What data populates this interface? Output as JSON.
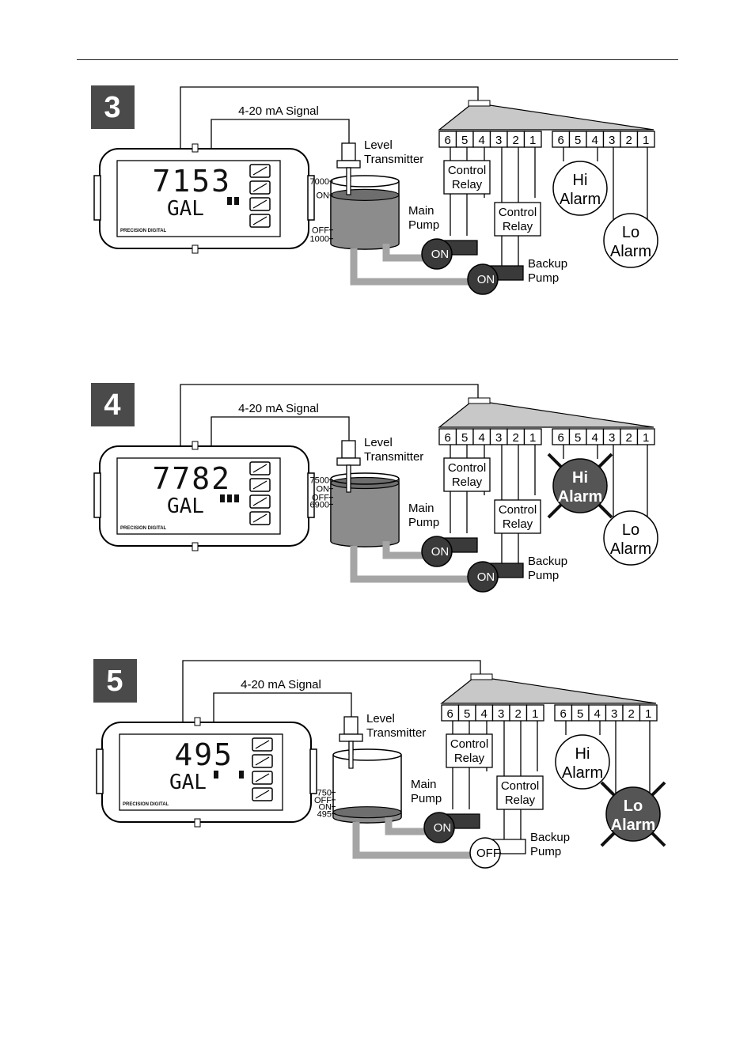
{
  "panels": [
    {
      "step": "3",
      "signal_label": "4-20 mA Signal",
      "display_value": "7153",
      "display_unit": "GAL",
      "indicators": 2,
      "brand": "PRECISION DIGITAL",
      "transmitter_label": [
        "Level",
        "Transmitter"
      ],
      "tank_fill": 0.78,
      "tank_labels": [
        {
          "text": "7000",
          "at": 0.0
        },
        {
          "text": "ON",
          "at": 0.22
        },
        {
          "text": "OFF",
          "at": 0.78
        },
        {
          "text": "1000",
          "at": 0.92
        }
      ],
      "terminals": [
        "6",
        "5",
        "4",
        "3",
        "2",
        "1"
      ],
      "control_relay_label": [
        "Control",
        "Relay"
      ],
      "hi_alarm": {
        "label": [
          "Hi",
          "Alarm"
        ],
        "active": false
      },
      "lo_alarm": {
        "label": [
          "Lo",
          "Alarm"
        ],
        "active": false
      },
      "main_pump": {
        "label": [
          "Main",
          "Pump"
        ],
        "state": "ON"
      },
      "backup_pump": {
        "label": [
          "Backup",
          "Pump"
        ],
        "state": "ON"
      }
    },
    {
      "step": "4",
      "signal_label": "4-20 mA Signal",
      "display_value": "7782",
      "display_unit": "GAL",
      "indicators": 3,
      "brand": "PRECISION DIGITAL",
      "transmitter_label": [
        "Level",
        "Transmitter"
      ],
      "tank_fill": 0.93,
      "tank_labels": [
        {
          "text": "7500",
          "at": 0.02
        },
        {
          "text": "ON",
          "at": 0.16
        },
        {
          "text": "OFF",
          "at": 0.3
        },
        {
          "text": "6900",
          "at": 0.41
        }
      ],
      "terminals": [
        "6",
        "5",
        "4",
        "3",
        "2",
        "1"
      ],
      "control_relay_label": [
        "Control",
        "Relay"
      ],
      "hi_alarm": {
        "label": [
          "Hi",
          "Alarm"
        ],
        "active": true
      },
      "lo_alarm": {
        "label": [
          "Lo",
          "Alarm"
        ],
        "active": false
      },
      "main_pump": {
        "label": [
          "Main",
          "Pump"
        ],
        "state": "ON"
      },
      "backup_pump": {
        "label": [
          "Backup",
          "Pump"
        ],
        "state": "ON"
      }
    },
    {
      "step": "5",
      "signal_label": "4-20 mA Signal",
      "display_value": "495",
      "display_unit": "GAL",
      "indicators": 2,
      "brand": "PRECISION DIGITAL",
      "transmitter_label": [
        "Level",
        "Transmitter"
      ],
      "tank_fill": 0.08,
      "tank_labels": [
        {
          "text": "750",
          "at": 0.6
        },
        {
          "text": "OFF",
          "at": 0.72
        },
        {
          "text": "ON",
          "at": 0.83
        },
        {
          "text": "495",
          "at": 0.94
        }
      ],
      "terminals": [
        "6",
        "5",
        "4",
        "3",
        "2",
        "1"
      ],
      "control_relay_label": [
        "Control",
        "Relay"
      ],
      "hi_alarm": {
        "label": [
          "Hi",
          "Alarm"
        ],
        "active": false
      },
      "lo_alarm": {
        "label": [
          "Lo",
          "Alarm"
        ],
        "active": true
      },
      "main_pump": {
        "label": [
          "Main",
          "Pump"
        ],
        "state": "ON"
      },
      "backup_pump": {
        "label": [
          "Backup",
          "Pump"
        ],
        "state": "OFF"
      }
    }
  ]
}
